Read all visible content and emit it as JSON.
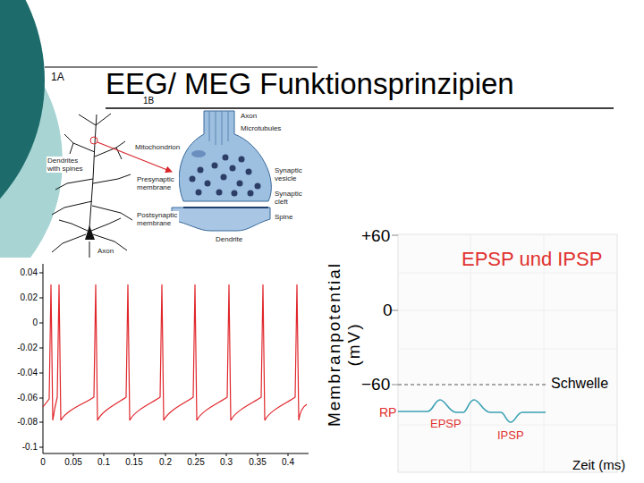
{
  "diagram": {
    "title": "EEG/ MEG Funktionsprinzipien",
    "labels": [
      "1A",
      "1B",
      "Axon",
      "Microtubules",
      "Mitochondrion",
      "Dendrites with spines",
      "Presynaptic membrane",
      "Postsynaptic membrane",
      "Synaptic vesicle",
      "Synaptic cleft",
      "Spine",
      "Dendrite",
      "Axon",
      "0.04",
      "0.02",
      "0",
      "-0.02",
      "-0.04",
      "-0.06",
      "-0.08",
      "-0.1",
      "0",
      "0.05",
      "0.1",
      "0.15",
      "0.2",
      "0.25",
      "0.3",
      "0.35",
      "0.4",
      "Membranpotential (mV)",
      "+60",
      "0",
      "−60",
      "EPSP und IPSP",
      "Schwelle",
      "RP",
      "EPSP",
      "IPSP",
      "Zeit (ms)"
    ]
  }
}
